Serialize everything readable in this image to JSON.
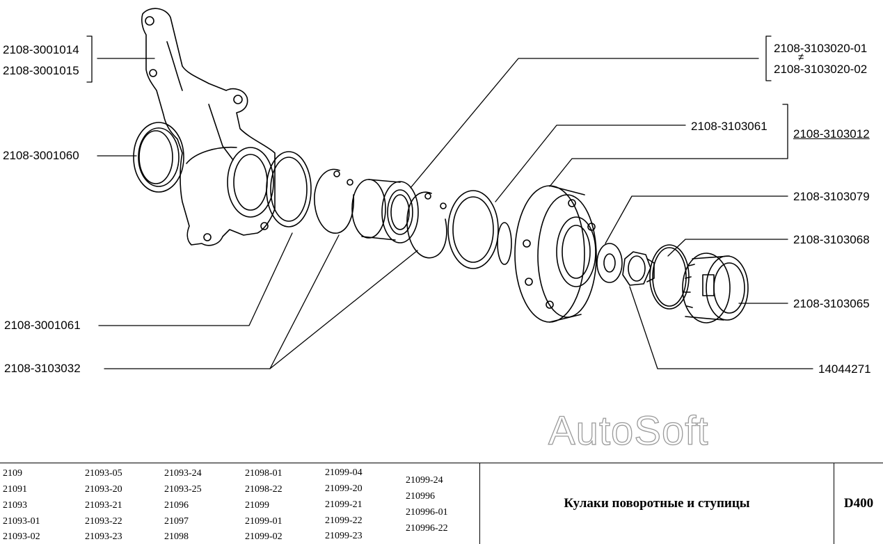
{
  "callouts": [
    {
      "id": "knuckle_a",
      "text": "2108-3001014"
    },
    {
      "id": "knuckle_b",
      "text": "2108-3001015"
    },
    {
      "id": "shield",
      "text": "2108-3001060"
    },
    {
      "id": "ring_inner",
      "text": "2108-3001061"
    },
    {
      "id": "circlip",
      "text": "2108-3103032"
    },
    {
      "id": "bearing_a",
      "text": "2108-3103020-01"
    },
    {
      "id": "bearing_neq",
      "text": "≠"
    },
    {
      "id": "bearing_b",
      "text": "2108-3103020-02"
    },
    {
      "id": "ring_outer",
      "text": "2108-3103061"
    },
    {
      "id": "hub",
      "text": "2108-3103012"
    },
    {
      "id": "washer",
      "text": "2108-3103079"
    },
    {
      "id": "oring",
      "text": "2108-3103068"
    },
    {
      "id": "cap",
      "text": "2108-3103065"
    },
    {
      "id": "nut",
      "text": "14044271"
    }
  ],
  "watermark": "AutoSoft",
  "models": [
    [
      "2109",
      "21091",
      "21093",
      "21093-01",
      "21093-02"
    ],
    [
      "21093-05",
      "21093-20",
      "21093-21",
      "21093-22",
      "21093-23"
    ],
    [
      "21093-24",
      "21093-25",
      "21096",
      "21097",
      "21098"
    ],
    [
      "21098-01",
      "21098-22",
      "21099",
      "21099-01",
      "21099-02"
    ],
    [
      "21099-04",
      "21099-20",
      "21099-21",
      "21099-22",
      "21099-23"
    ],
    [
      "21099-24",
      "210996",
      "210996-01",
      "210996-22"
    ]
  ],
  "title": "Кулаки поворотные и ступицы",
  "code": "D400"
}
